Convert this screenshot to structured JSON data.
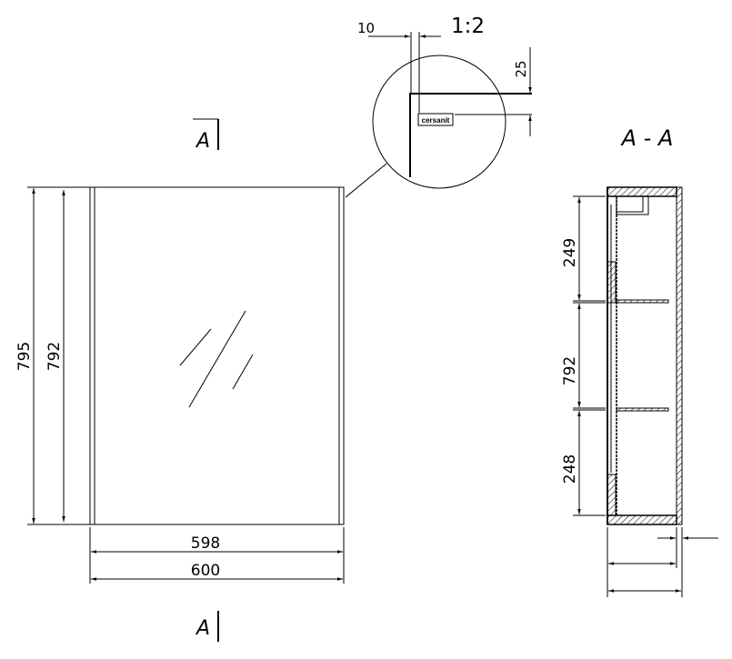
{
  "front_view": {
    "dim_height_outer": "795",
    "dim_height_inner": "792",
    "dim_width_inner": "598",
    "dim_width_outer": "600"
  },
  "section_marker": {
    "label": "A"
  },
  "detail": {
    "scale": "1:2",
    "dim_offset_x": "10",
    "dim_offset_y": "25",
    "logo_text": "cersanit"
  },
  "section_view": {
    "title": "A - A",
    "dim_top": "249",
    "dim_middle": "792",
    "dim_bottom": "248"
  }
}
